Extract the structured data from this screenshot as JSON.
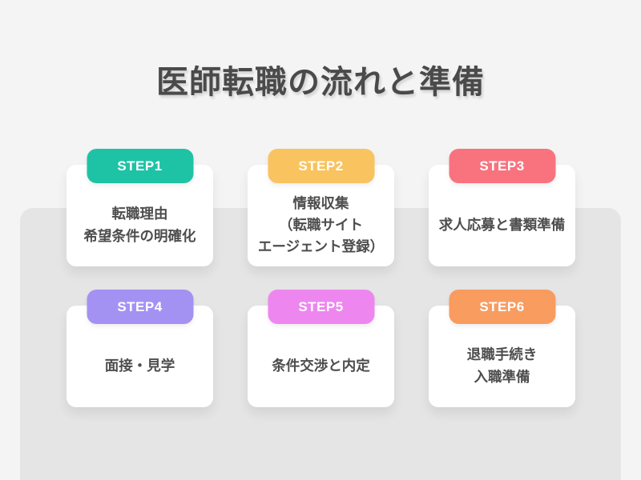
{
  "title": "医師転職の流れと準備",
  "colors": {
    "background": "#f4f4f4",
    "panel": "#e5e5e5",
    "card": "#ffffff",
    "card_text": "#4d4d4d",
    "title_text": "#4a4a4a",
    "badge_text": "#ffffff"
  },
  "steps": [
    {
      "label": "STEP1",
      "accent": "#1ec3a6",
      "ring": "rgba(30,195,166,0.40)",
      "text": "転職理由\n希望条件の明確化"
    },
    {
      "label": "STEP2",
      "accent": "#f9c35f",
      "ring": "rgba(249,195,95,0.45)",
      "text": "情報収集\n（転職サイト\nエージェント登録）"
    },
    {
      "label": "STEP3",
      "accent": "#f8737e",
      "ring": "rgba(248,115,126,0.45)",
      "text": "求人応募と書類準備"
    },
    {
      "label": "STEP4",
      "accent": "#a492f3",
      "ring": "rgba(164,146,243,0.40)",
      "text": "面接・見学"
    },
    {
      "label": "STEP5",
      "accent": "#ee86f0",
      "ring": "rgba(238,134,240,0.40)",
      "text": "条件交渉と内定"
    },
    {
      "label": "STEP6",
      "accent": "#f99c60",
      "ring": "rgba(249,156,96,0.45)",
      "text": "退職手続き\n入職準備"
    }
  ]
}
